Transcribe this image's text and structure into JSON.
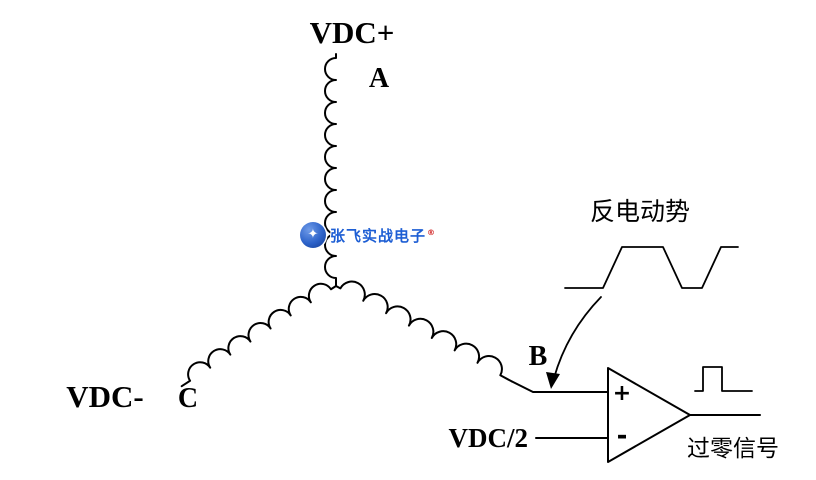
{
  "labels": {
    "vdc_plus": "VDC+",
    "phase_a": "A",
    "phase_b": "B",
    "phase_c": "C",
    "vdc_minus": "VDC-",
    "vdc_half": "VDC/2",
    "back_emf": "反电动势",
    "zero_cross_signal": "过零信号",
    "comparator_plus": "+",
    "comparator_minus": "-"
  },
  "watermark": {
    "badge_icon": "star-badge-icon",
    "badge_glyph": "✦",
    "text": "张飞实战电子",
    "mark": "®"
  },
  "colors": {
    "line": "#000000",
    "background": "#ffffff",
    "watermark_blue": "#1d5ed4",
    "watermark_badge": "#2c62c9"
  }
}
